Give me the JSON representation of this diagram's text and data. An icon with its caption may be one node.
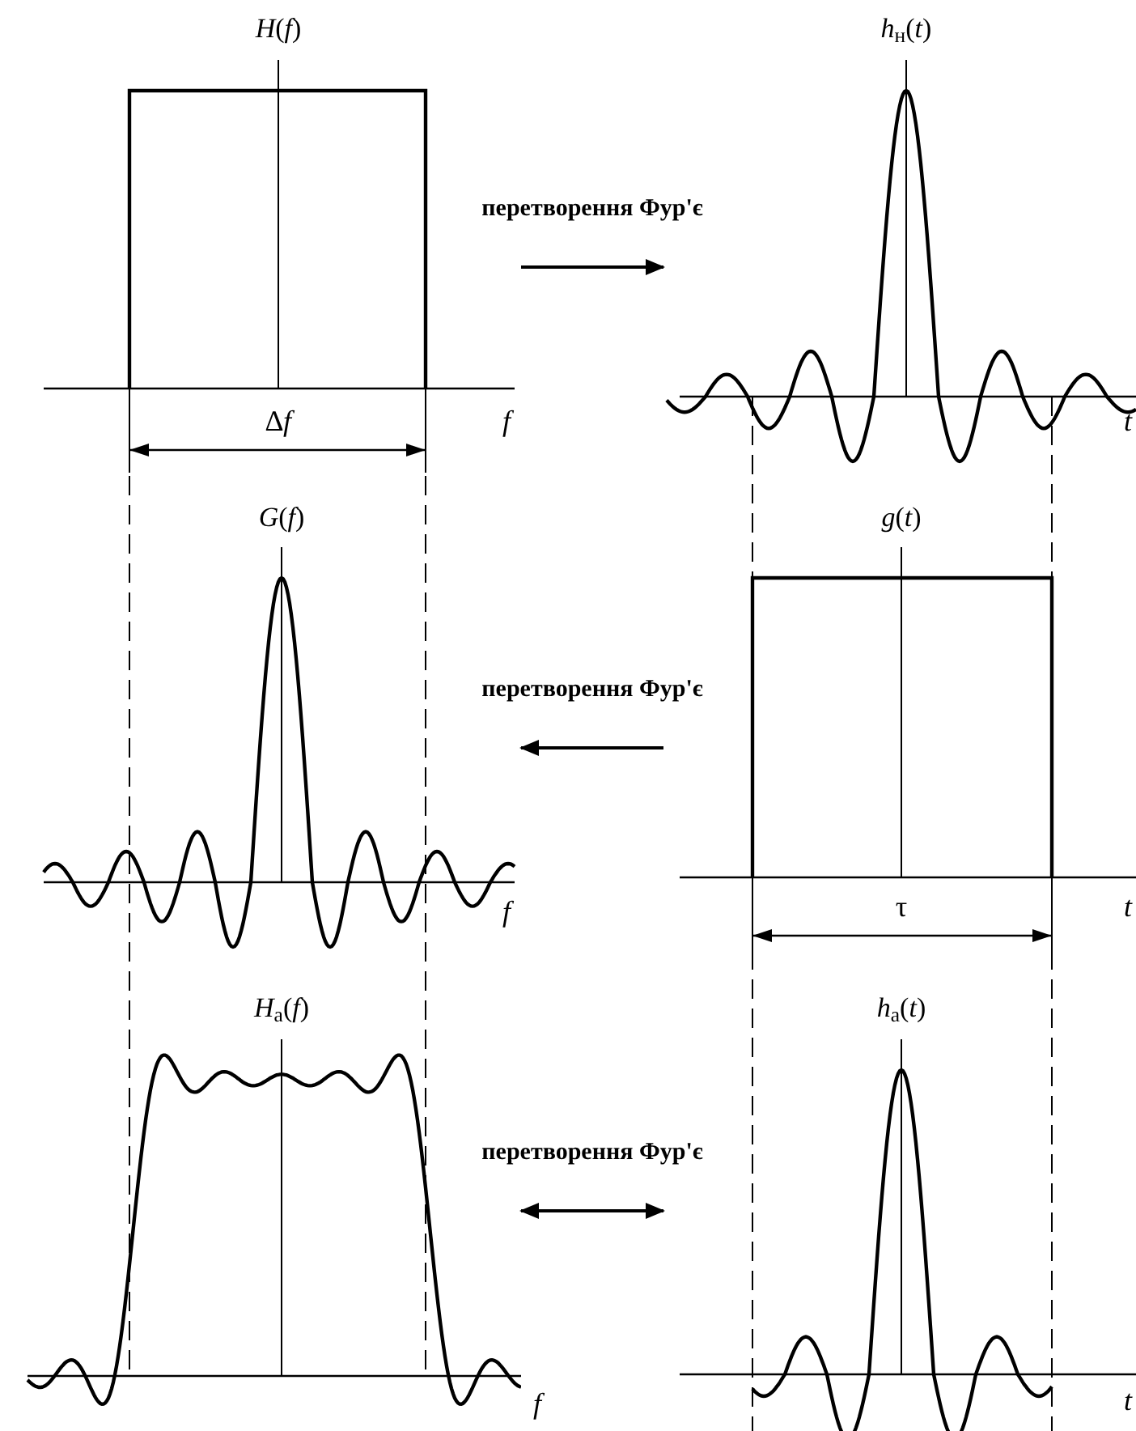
{
  "diagram": {
    "nodes": [
      {
        "text": [
          "*H*(*f*)"
        ]
      },
      {
        "text": [
          "*h*$_{н}$(*t*)"
        ]
      },
      {
        "text": [
          "*G*(*f*)"
        ]
      },
      {
        "text": [
          "*g*(*t*)"
        ]
      },
      {
        "text": [
          "*H*$_{а}$(*f*)"
        ]
      },
      {
        "text": [
          "*h*$_{а}$(*t*)"
        ]
      }
    ],
    "edges": [
      {
        "from": 0,
        "to": 1,
        "arrow": "to",
        "label": "перетворення Фур'є"
      },
      {
        "from": 3,
        "to": 2,
        "arrow": "to",
        "label": "перетворення Фур'є"
      },
      {
        "from": 4,
        "to": 5,
        "arrow": "both",
        "label": "перетворення Фур'є"
      }
    ],
    "labels": [
      "∆*f*",
      "*f*",
      "*t*",
      "*f*",
      "τ",
      "*t*",
      "*f*",
      "*t*"
    ]
  }
}
